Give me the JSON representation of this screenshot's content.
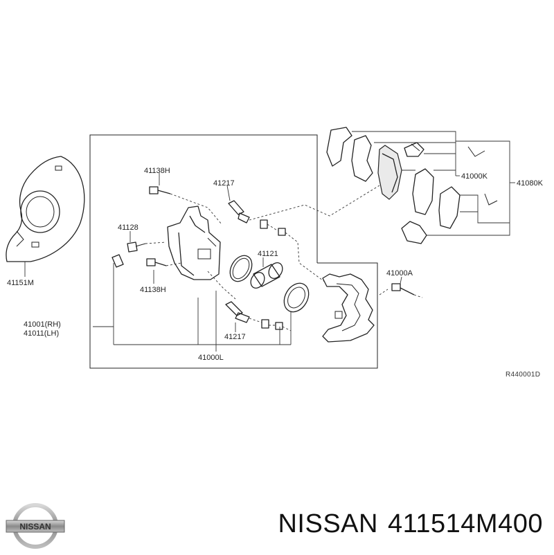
{
  "diagram": {
    "labels": {
      "l41138H_top": "41138H",
      "l41217_top": "41217",
      "l41128": "41128",
      "l41138H_bottom": "41138H",
      "l41121": "41121",
      "l41217_bottom": "41217",
      "l41000L": "41000L",
      "l41001": "41001(RH)",
      "l41011": "41011(LH)",
      "l41151M": "41151M",
      "l41000K": "41000K",
      "l41080K": "41080K",
      "l41000A": "41000A",
      "ref_code": "R440001D"
    }
  },
  "footer": {
    "logo_icon": "nissan-logo-icon",
    "logo_text": "NISSAN",
    "brand": "NISSAN",
    "part_number": "411514M400"
  }
}
